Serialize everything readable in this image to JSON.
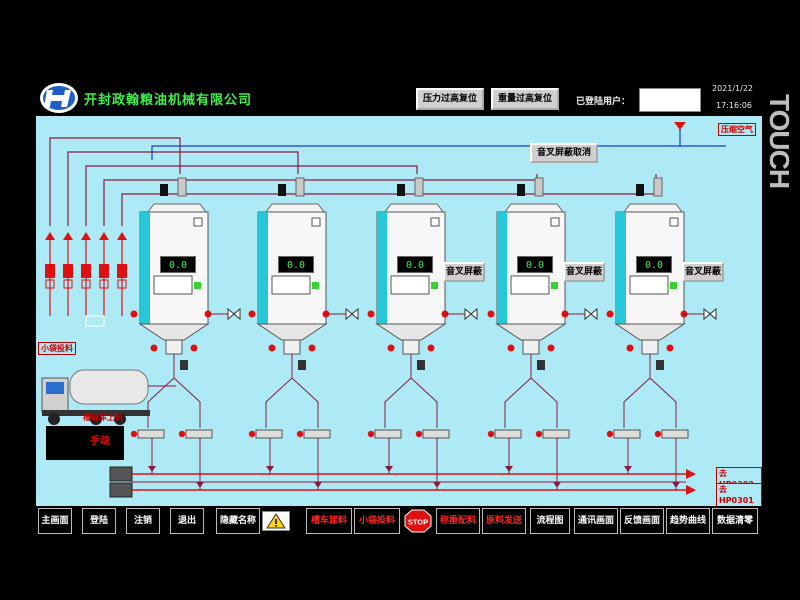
{
  "header": {
    "company": "开封政翰粮油机械有限公司",
    "pressure_reset": "压力过高复位",
    "weight_reset": "重量过高复位",
    "logged_in_label": "已登陆用户：",
    "user": "",
    "date": "2021/1/22",
    "time": "17:16:06"
  },
  "brand_text": "TOUCH",
  "process": {
    "compressed_air": "压缩空气",
    "fork_cancel": "音叉屏蔽取消",
    "fork_shield": "音叉屏蔽",
    "small_bag": "小袋投料",
    "tanker": "槽罐车上料",
    "manual": "手动",
    "to_hp0302": "去HP0302",
    "to_hp0301": "去HP0301",
    "silos": [
      {
        "reading": "0.0"
      },
      {
        "reading": "0.0"
      },
      {
        "reading": "0.0"
      },
      {
        "reading": "0.0"
      },
      {
        "reading": "0.0"
      }
    ]
  },
  "nav": {
    "main": "主画面",
    "login": "登陆",
    "logout": "注销",
    "exit": "退出",
    "hide_name": "隐藏名称",
    "tanker_unload": "槽车卸料",
    "small_bag_feed": "小袋投料",
    "stop": "STOP",
    "weigh_batch": "称重配料",
    "material_send": "原料发送",
    "flow_chart": "流程图",
    "comm": "通讯画面",
    "feedback": "反馈画面",
    "trend": "趋势曲线",
    "clear": "数据清零"
  },
  "colors": {
    "background": "#aee9f6",
    "pipe": "#8a1a3a",
    "alarm_red": "#e01010",
    "text_green": "#3cf04a",
    "level_bar": "#27c7d8"
  }
}
